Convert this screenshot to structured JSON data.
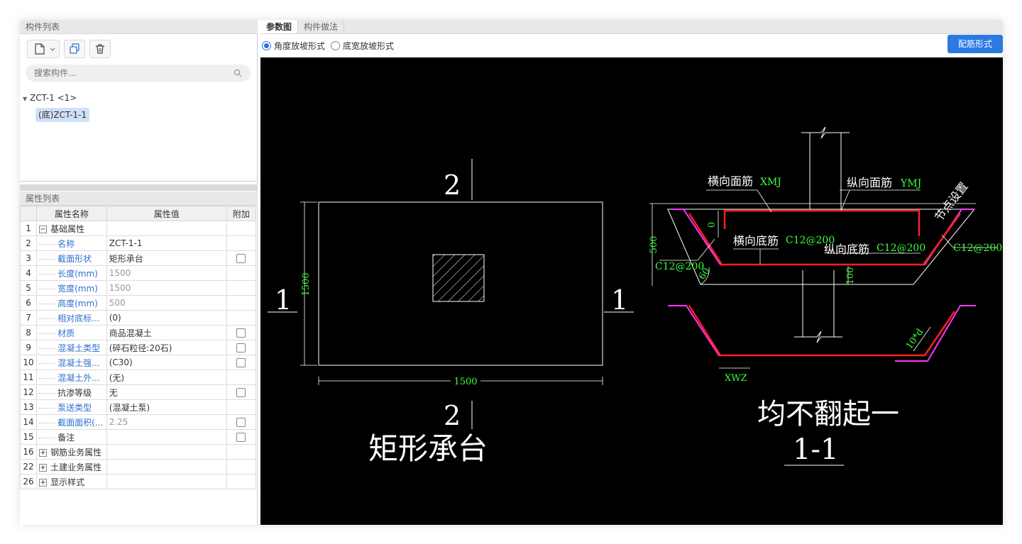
{
  "component_list": {
    "title": "构件列表",
    "search_placeholder": "搜索构件...",
    "tree": {
      "parent": "ZCT-1 <1>",
      "child": "(底)ZCT-1-1"
    }
  },
  "property_list": {
    "title": "属性列表",
    "headers": [
      "属性名称",
      "属性值",
      "附加"
    ],
    "rows": [
      {
        "n": "1",
        "name": "基础属性",
        "value": "",
        "ext": "",
        "expand": "−"
      },
      {
        "n": "2",
        "name": "名称",
        "value": "ZCT-1-1",
        "ext": ""
      },
      {
        "n": "3",
        "name": "截面形状",
        "value": "矩形承台",
        "ext": "check"
      },
      {
        "n": "4",
        "name": "长度(mm)",
        "value": "1500",
        "ext": ""
      },
      {
        "n": "5",
        "name": "宽度(mm)",
        "value": "1500",
        "ext": ""
      },
      {
        "n": "6",
        "name": "高度(mm)",
        "value": "500",
        "ext": ""
      },
      {
        "n": "7",
        "name": "相对底标...",
        "value": "(0)",
        "ext": ""
      },
      {
        "n": "8",
        "name": "材质",
        "value": "商品混凝土",
        "ext": "check"
      },
      {
        "n": "9",
        "name": "混凝土类型",
        "value": "(碎石粒径:20石)",
        "ext": "check"
      },
      {
        "n": "10",
        "name": "混凝土强...",
        "value": "(C30)",
        "ext": "check"
      },
      {
        "n": "11",
        "name": "混凝土外...",
        "value": "(无)",
        "ext": ""
      },
      {
        "n": "12",
        "name": "抗渗等级",
        "value": "无",
        "ext": "check"
      },
      {
        "n": "13",
        "name": "泵送类型",
        "value": "(混凝土泵)",
        "ext": ""
      },
      {
        "n": "14",
        "name": "截面面积(...",
        "value": "2.25",
        "ext": "check"
      },
      {
        "n": "15",
        "name": "备注",
        "value": "",
        "ext": "check"
      },
      {
        "n": "16",
        "name": "钢筋业务属性",
        "value": "",
        "ext": "",
        "expand": "+"
      },
      {
        "n": "22",
        "name": "土建业务属性",
        "value": "",
        "ext": "",
        "expand": "+"
      },
      {
        "n": "26",
        "name": "显示样式",
        "value": "",
        "ext": "",
        "expand": "+"
      }
    ]
  },
  "tabs": [
    "参数图",
    "构件做法"
  ],
  "options": {
    "radio1": "角度放坡形式",
    "radio2": "底宽放坡形式",
    "rebar_button": "配筋形式"
  },
  "drawing": {
    "plan_title": "矩形承台",
    "section_title": "均不翻起一",
    "section_label": "1-1",
    "mark_top": "2",
    "mark_bottom": "2",
    "mark_left": "1",
    "mark_right": "1",
    "dim_width": "1500",
    "dim_height": "1500",
    "lbl_xmj_cn": "横向面筋",
    "lbl_xmj_code": "XMJ",
    "lbl_ymj_cn": "纵向面筋",
    "lbl_ymj_code": "YMJ",
    "lbl_node": "节点设置",
    "lbl_hdj_cn": "横向底筋",
    "lbl_hdj_code": "C12@200",
    "lbl_zdj_cn": "纵向底筋",
    "lbl_zdj_code": "C12@200",
    "lbl_right_code": "C12@200",
    "lbl_left_code": "C12@200",
    "dim_500": "500",
    "dim_0": "0",
    "dim_60": "60",
    "dim_100": "100",
    "dim_10d": "10*d",
    "dim_xwz": "XWZ"
  }
}
